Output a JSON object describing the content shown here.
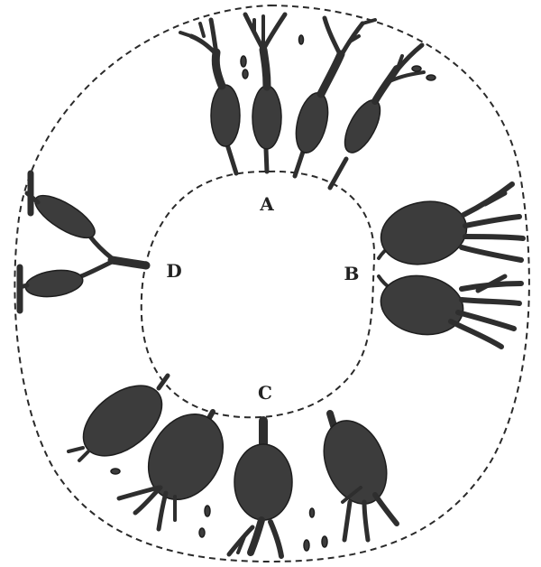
{
  "labels": {
    "a": "A",
    "b": "B",
    "c": "C",
    "d": "D"
  },
  "colors": {
    "cell_fill": "#3c3c3c",
    "outline": "#2a2a2a",
    "background": "#ffffff"
  }
}
